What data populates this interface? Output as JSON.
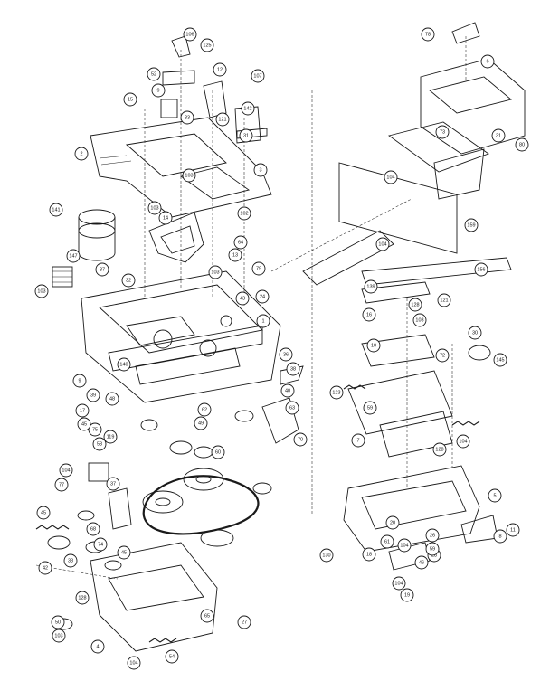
{
  "diagram": {
    "callouts": [
      {
        "label": "106"
      },
      {
        "label": "125"
      },
      {
        "label": "52"
      },
      {
        "label": "12"
      },
      {
        "label": "107"
      },
      {
        "label": "15"
      },
      {
        "label": "9"
      },
      {
        "label": "33"
      },
      {
        "label": "121"
      },
      {
        "label": "142"
      },
      {
        "label": "31"
      },
      {
        "label": "2"
      },
      {
        "label": "3"
      },
      {
        "label": "103"
      },
      {
        "label": "141"
      },
      {
        "label": "14"
      },
      {
        "label": "103"
      },
      {
        "label": "102"
      },
      {
        "label": "64"
      },
      {
        "label": "13"
      },
      {
        "label": "79"
      },
      {
        "label": "24"
      },
      {
        "label": "43"
      },
      {
        "label": "103"
      },
      {
        "label": "147"
      },
      {
        "label": "37"
      },
      {
        "label": "32"
      },
      {
        "label": "103"
      },
      {
        "label": "1"
      },
      {
        "label": "36"
      },
      {
        "label": "140"
      },
      {
        "label": "38"
      },
      {
        "label": "39"
      },
      {
        "label": "17"
      },
      {
        "label": "9"
      },
      {
        "label": "75"
      },
      {
        "label": "53"
      },
      {
        "label": "48"
      },
      {
        "label": "40"
      },
      {
        "label": "63"
      },
      {
        "label": "45"
      },
      {
        "label": "62"
      },
      {
        "label": "49"
      },
      {
        "label": "60"
      },
      {
        "label": "104"
      },
      {
        "label": "119"
      },
      {
        "label": "70"
      },
      {
        "label": "77"
      },
      {
        "label": "37"
      },
      {
        "label": "45"
      },
      {
        "label": "68"
      },
      {
        "label": "74"
      },
      {
        "label": "38"
      },
      {
        "label": "45"
      },
      {
        "label": "42"
      },
      {
        "label": "4"
      },
      {
        "label": "104"
      },
      {
        "label": "54"
      },
      {
        "label": "65"
      },
      {
        "label": "50"
      },
      {
        "label": "103"
      },
      {
        "label": "128"
      },
      {
        "label": "27"
      },
      {
        "label": "6"
      },
      {
        "label": "78"
      },
      {
        "label": "73"
      },
      {
        "label": "31"
      },
      {
        "label": "80"
      },
      {
        "label": "104"
      },
      {
        "label": "5"
      },
      {
        "label": "159"
      },
      {
        "label": "139"
      },
      {
        "label": "16"
      },
      {
        "label": "128"
      },
      {
        "label": "104"
      },
      {
        "label": "156"
      },
      {
        "label": "121"
      },
      {
        "label": "103"
      },
      {
        "label": "30"
      },
      {
        "label": "145"
      },
      {
        "label": "72"
      },
      {
        "label": "10"
      },
      {
        "label": "123"
      },
      {
        "label": "59"
      },
      {
        "label": "7"
      },
      {
        "label": "128"
      },
      {
        "label": "104"
      },
      {
        "label": "8"
      },
      {
        "label": "20"
      },
      {
        "label": "26"
      },
      {
        "label": "11"
      },
      {
        "label": "28"
      },
      {
        "label": "104"
      },
      {
        "label": "19"
      },
      {
        "label": "18"
      },
      {
        "label": "130"
      },
      {
        "label": "104"
      },
      {
        "label": "61"
      },
      {
        "label": "59"
      },
      {
        "label": "46"
      }
    ]
  }
}
